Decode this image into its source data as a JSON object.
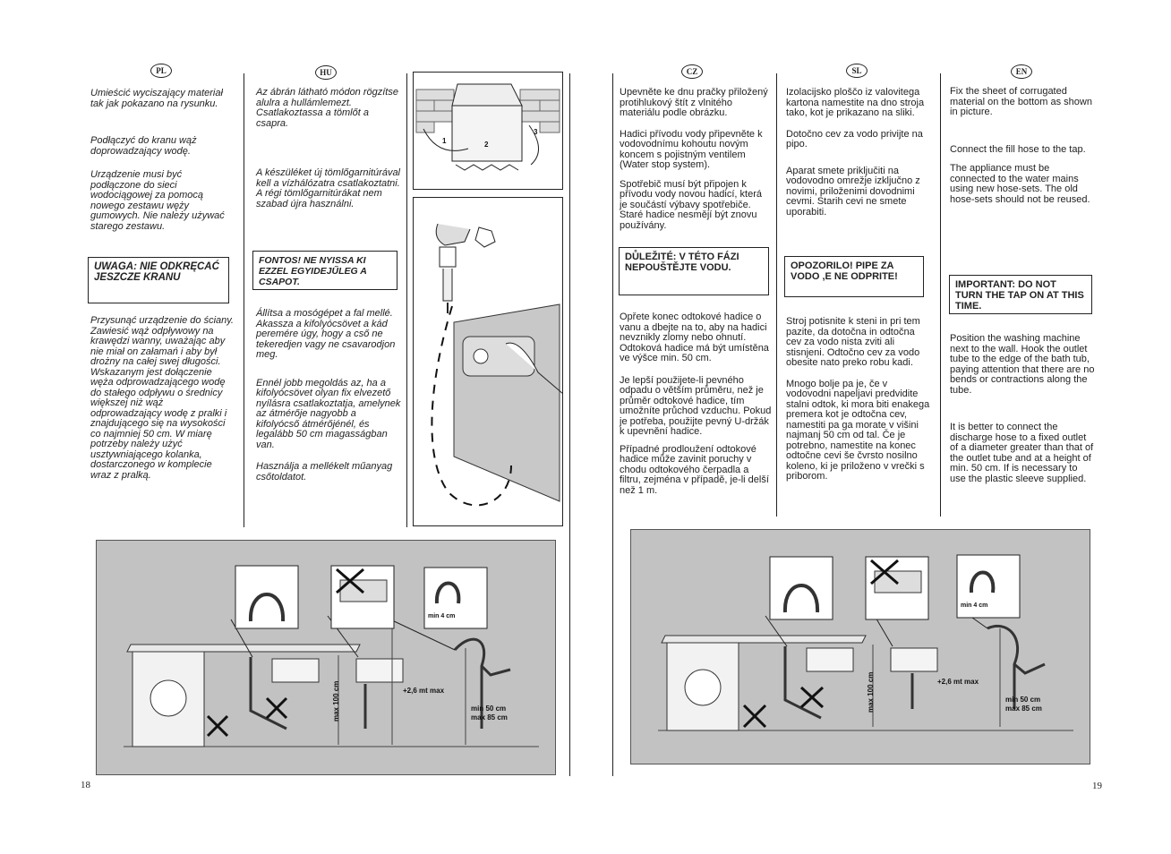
{
  "pages": {
    "left": "18",
    "right": "19"
  },
  "badges": {
    "pl": "PL",
    "hu": "HU",
    "cz": "CZ",
    "sl": "SL",
    "en": "EN"
  },
  "pl": {
    "p1": "Umieścić wyciszający materiał tak jak pokazano na rysunku.",
    "p2": "Podłączyć do kranu wąż doprowadzający wodę.",
    "p3": "Urządzenie musi być podłączone do sieci wodociągowej za pomocą nowego zestawu węży gumowych. Nie należy używać starego zestawu.",
    "warn": "UWAGA: NIE ODKRĘCAĆ JESZCZE KRANU",
    "p4": "Przysunąć urządzenie do ściany. Zawiesić wąż odpływowy na krawędzi wanny, uważając aby nie miał on załamań i aby był drożny na całej swej długości. Wskazanym jest dołączenie węża odprowadzającego wodę do stałego odpływu o średnicy większej niż wąż odprowadzający wodę z pralki i znajdującego się na wysokości co najmniej 50 cm. W miarę potrzeby należy użyć usztywniającego kolanka, dostarczonego w komplecie wraz z pralką."
  },
  "hu": {
    "p1": "Az ábrán látható módon rögzítse alulra a hullámlemezt. Csatlakoztassa a tömlőt a csapra.",
    "p2": "A készüléket új tömlőgarnitúrával kell a vízhálózatra csatlakoztatni. A régi tömlőgarnitúrákat nem szabad újra használni.",
    "warn": "FONTOS! NE NYISSA KI EZZEL EGYIDEJŰLEG A CSAPOT.",
    "p3": "Állítsa a mosógépet a fal mellé. Akassza a kifolyócsövet a kád peremére úgy, hogy a cső ne tekeredjen vagy ne csavarodjon meg.",
    "p4": "Ennél jobb megoldás az, ha a kifolyócsövet olyan fix elvezető nyílásra csatlakoztatja, amelynek az átmérője nagyobb a kifolyócső átmérőjénél, és legalább 50 cm magasságban van.",
    "p5": "Használja a mellékelt műanyag csőtoldatot."
  },
  "cz": {
    "p1": "Upevněte ke dnu pračky přiložený protihlukový štít z vlnitého materiálu podle obrázku.",
    "p2": "Hadici přívodu vody připevněte k vodovodnímu kohoutu novým koncem s pojistným ventilem (Water stop system).",
    "p3": "Spotřebič musí být připojen k přívodu vody novou hadicí, která je součástí výbavy spotřebiče. Staré hadice nesmějí být znovu používány.",
    "warn": "DŮLEŽITÉ: V TÉTO FÁZI NEPOUŠTĚJTE VODU.",
    "p4": "Opřete konec odtokové hadice o vanu a dbejte na to, aby na hadici nevznikly zlomy nebo ohnutí. Odtoková hadice má být umístěna ve výšce min. 50 cm.",
    "p5": "Je lepší použijete-li pevného odpadu o větším průměru, než je průměr odtokové hadice, tím umožníte průchod vzduchu. Pokud je potřeba, použijte pevný U-držák k upevnění hadice.",
    "p6": "Případné prodloužení odtokové hadice může zavinit poruchy v chodu odtokového čerpadla a filtru, zejména v případě, je-li delší než 1 m."
  },
  "sl": {
    "p1": "Izolacijsko ploščo iz valovitega kartona namestite na dno stroja tako, kot je prikazano na sliki.",
    "p2": "Dotočno cev za vodo privijte na pipo.",
    "p3": "Aparat smete priključiti na vodovodno omrežje izključno z novimi, priloženimi dovodnimi cevmi. Starih cevi ne smete uporabiti.",
    "warn": "OPOZORILO! PIPE ZA VODO ,E NE ODPRITE!",
    "p4": "Stroj potisnite k steni in pri tem pazite, da dotočna in odtočna cev za vodo nista zviti ali stisnjeni. Odtočno cev za vodo obesite nato preko robu kadi.",
    "p5": "Mnogo bolje pa je, če v vodovodni napeljavi predvidite stalni odtok, ki mora biti enakega premera kot je odtočna cev, namestiti pa ga morate v višini najmanj 50 cm od tal. Če je potrebno, namestite na konec odtočne cevi še čvrsto nosilno koleno, ki je priloženo v vrečki s priborom."
  },
  "en": {
    "p1": "Fix the sheet of corrugated material on the bottom as shown in picture.",
    "p2": "Connect the fill hose to the tap.",
    "p3": "The appliance must be connected to the water mains using new hose-sets. The old hose-sets should not be reused.",
    "warn": "IMPORTANT: DO NOT TURN THE TAP ON AT THIS TIME.",
    "p4": "Position the washing machine next to the wall. Hook the outlet tube to the edge of the bath tub, paying attention that there are no bends or contractions along the tube.",
    "p5": "It is better to connect the discharge hose to a fixed outlet of a diameter greater than that of the outlet tube and at a height of min. 50 cm. If is necessary to use the plastic sleeve supplied."
  },
  "fig": {
    "n1": "1",
    "n2": "2",
    "n3": "3"
  },
  "diagram": {
    "min4": "min 4 cm",
    "max100": "max 100 cm",
    "plus26": "+2,6 mt max",
    "min50": "min 50 cm",
    "max85": "max 85 cm"
  }
}
